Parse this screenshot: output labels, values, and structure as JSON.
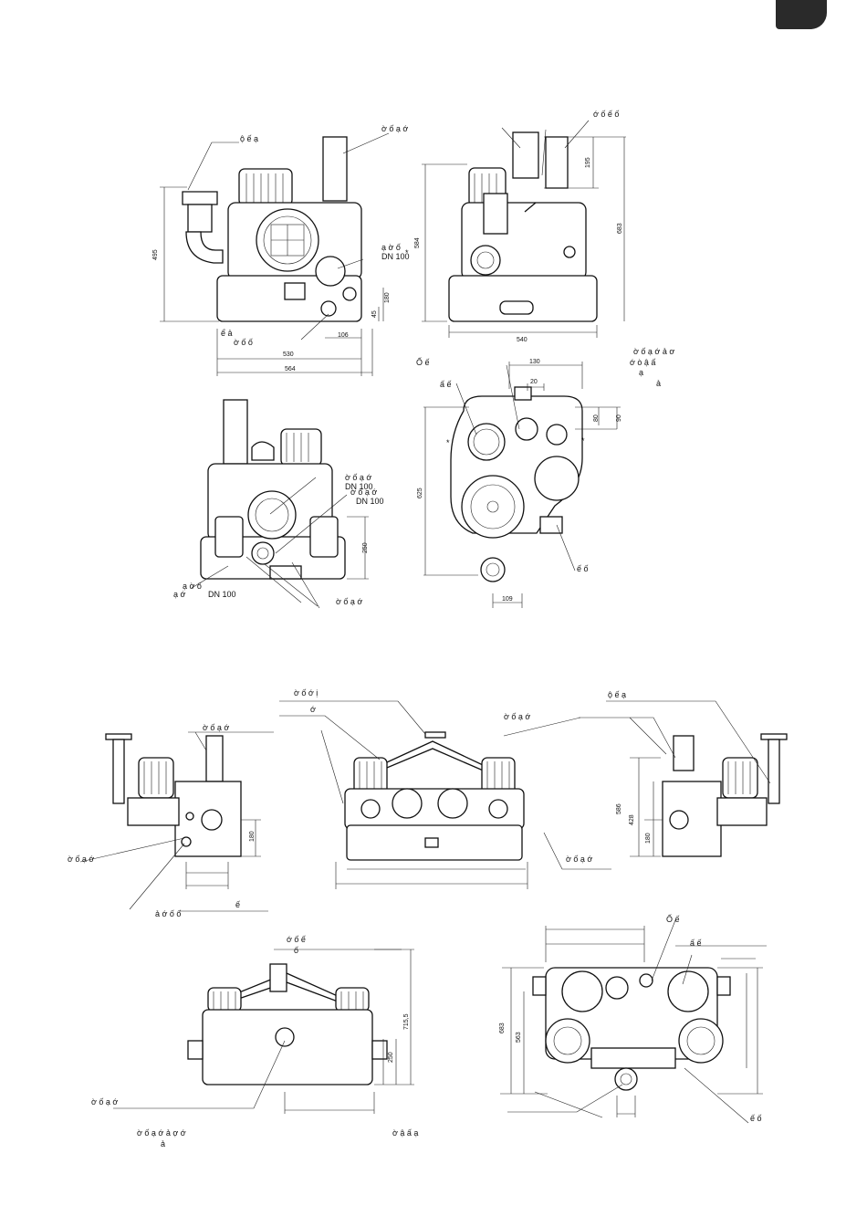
{
  "corner_tab": {
    "color": "#2a2a2a"
  },
  "labels": {
    "v1_top_inlet": "ộ ế ạ",
    "v1_top_right": "ờ ố ạ ớ",
    "v1_side_a": "ạ ờ ố",
    "v1_dn100_a": "DN 100",
    "v1_star": "*",
    "v1_bottom_a": "ể ả",
    "v1_bottom_b": "ờ ố ố",
    "v2_top": "ớ ố ế ố",
    "v2_right_a": "ờ ố ạ ớ ả ơ",
    "v2_right_b": "ớ ò ậ ấ",
    "v2_right_c": "ạ",
    "v2_right_d": "ả",
    "v3_top_a": "Ố ế",
    "v3_top_b": "ấ ế",
    "v3_star": "*",
    "v3_right_bottom": "ế ố",
    "v4_dn100_a": "DN 100",
    "v4_label_a": "ờ ố ạ ớ",
    "v4_dn100_b": "DN 100",
    "v4_label_b": "ờ ố ạ ớ",
    "v4_left_a": "ạ ờ ố",
    "v4_left_b": "ạ ớ",
    "v4_dn100_c": "DN 100",
    "v4_bottom": "ờ ố ạ ớ",
    "v5_top": "ờ ố ạ ớ",
    "v5_left": "ờ ố ạ ớ",
    "v5_bottom_a": "ế",
    "v5_bottom_b": "ả ớ ố ố",
    "v6_top_a": "ờ ố ớ ị",
    "v6_top_b": "ớ",
    "v6_top_c": "ờ ố ạ ớ",
    "v6_right": "ờ ố ạ ớ",
    "v7_top": "ộ ế ạ",
    "v8_top_a": "ớ ố ế",
    "v8_top_b": "ố",
    "v8_left": "ờ ố ạ ớ",
    "v8_bottom_a": "ờ ố ạ ớ ả ợ ớ",
    "v8_bottom_b": "ờ ậ ấ ạ",
    "v8_bottom_c": "ả",
    "v9_top_a": "Ố ế",
    "v9_top_b": "ấ ế",
    "v9_bottom": "ế ố"
  },
  "dimensions": {
    "d495": "495",
    "d584": "584",
    "d683": "683",
    "d195": "195",
    "d180": "180",
    "d45": "45",
    "d106": "106",
    "d530": "530",
    "d564": "564",
    "d540": "540",
    "d130": "130",
    "d20": "20",
    "d80": "80",
    "d90": "90",
    "d625": "625",
    "d109": "109",
    "d250": "250",
    "d586": "586",
    "d428": "428",
    "d180b": "180",
    "d180c": "180",
    "d715": "715,5",
    "d250b": "250",
    "d683b": "683",
    "d563": "563"
  }
}
